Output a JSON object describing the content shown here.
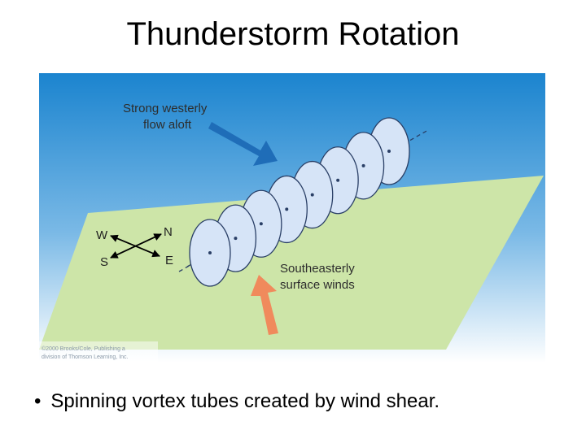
{
  "slide": {
    "title": "Thunderstorm Rotation",
    "bullet": "Spinning vortex tubes created by wind shear."
  },
  "diagram": {
    "labels": {
      "aloft_line1": "Strong westerly",
      "aloft_line2": "flow aloft",
      "surface_line1": "Southeasterly",
      "surface_line2": "surface winds",
      "compass_w": "W",
      "compass_n": "N",
      "compass_s": "S",
      "compass_e": "E"
    },
    "copyright_line1": "©2000 Brooks/Cole, Publishing a",
    "copyright_line2": "division of Thomson Learning, Inc.",
    "vortex_ring_count": 8,
    "colors": {
      "sky_top": "#1b84cf",
      "sky_bottom": "#ffffff",
      "ground": "#cde5a8",
      "ring_fill": "#d6e4f7",
      "ring_stroke": "#2a3f66",
      "aloft_arrow": "#1f6db8",
      "surface_arrow": "#f08a5c"
    }
  }
}
